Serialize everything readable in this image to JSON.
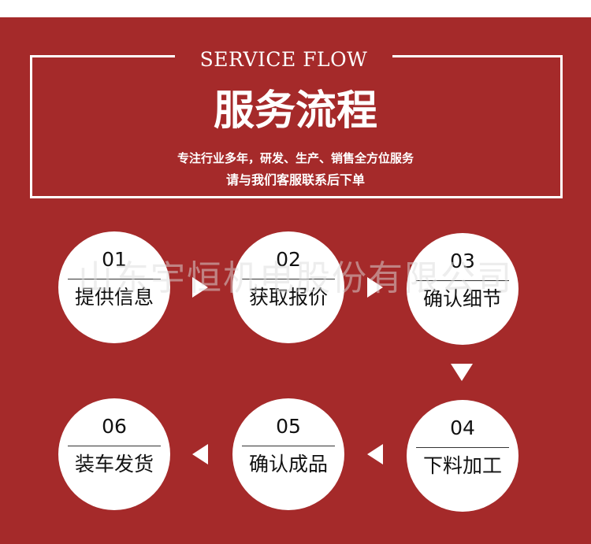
{
  "header": {
    "subtitle_en": "SERVICE FLOW",
    "title_cn": "服务流程",
    "desc_line1": "专注行业多年，研发、生产、销售全方位服务",
    "desc_line2": "请与我们客服联系后下单"
  },
  "colors": {
    "background": "#a52a2a",
    "circle": "#ffffff",
    "text_light": "#ffffff",
    "text_dark": "#111111"
  },
  "steps": [
    {
      "number": "01",
      "label": "提供信息"
    },
    {
      "number": "02",
      "label": "获取报价"
    },
    {
      "number": "03",
      "label": "确认细节"
    },
    {
      "number": "04",
      "label": "下料加工"
    },
    {
      "number": "05",
      "label": "确认成品"
    },
    {
      "number": "06",
      "label": "装车发货"
    }
  ],
  "watermark": "山东宇恒机电股份有限公司"
}
